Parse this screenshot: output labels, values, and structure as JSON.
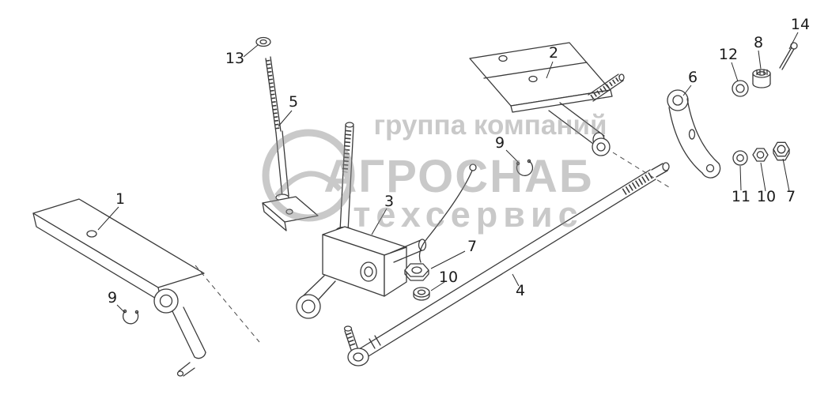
{
  "page": {
    "background": "#ffffff",
    "line_color": "#3a3a3a"
  },
  "watermark": {
    "line1": "группа компаний",
    "line2": "АГРОСНАБ",
    "line3": "техсервис",
    "color": "#8a8a8a"
  },
  "callouts": [
    {
      "label": "1"
    },
    {
      "label": "2"
    },
    {
      "label": "3"
    },
    {
      "label": "4"
    },
    {
      "label": "5"
    },
    {
      "label": "6"
    },
    {
      "label": "7"
    },
    {
      "label": "7"
    },
    {
      "label": "8"
    },
    {
      "label": "9"
    },
    {
      "label": "9"
    },
    {
      "label": "10"
    },
    {
      "label": "10"
    },
    {
      "label": "11"
    },
    {
      "label": "12"
    },
    {
      "label": "13"
    },
    {
      "label": "14"
    }
  ]
}
